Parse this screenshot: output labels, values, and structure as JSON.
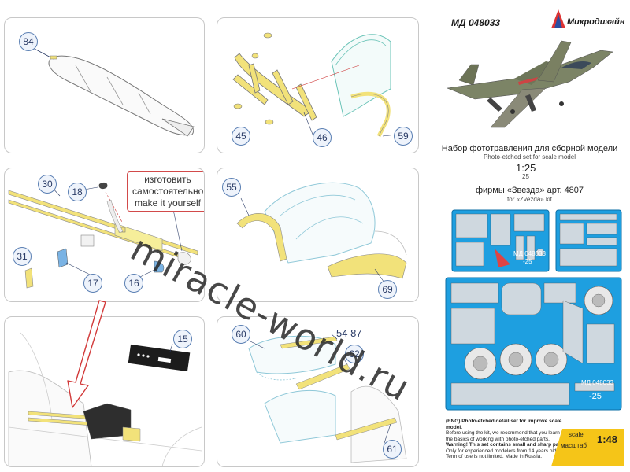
{
  "header": {
    "product_code": "МД 048033",
    "brand": "Микродизайн",
    "title_ru": "Набор фототравления для сборной модели",
    "title_en": "Photo-etched set for scale model",
    "scale_ratio": "1:25",
    "scale_ratio_en": "25",
    "kit_ru": "фирмы «Звезда» арт. 4807",
    "kit_en": "for «Zvezda» kit"
  },
  "callouts": {
    "p84": "84",
    "p45": "45",
    "p46": "46",
    "p59": "59",
    "p30": "30",
    "p18": "18",
    "p31": "31",
    "p17": "17",
    "p16": "16",
    "p55": "55",
    "p69": "69",
    "p15": "15",
    "p60": "60",
    "p54_87": "54 87",
    "p62": "62",
    "p61": "61"
  },
  "note": {
    "ru_line1": "изготовить",
    "ru_line2": "самостоятельно",
    "en": "make it yourself"
  },
  "sheets": {
    "sheet1_code": "МД 048033",
    "sheet1_scale": "-25",
    "sheet2_code": "МД 048033",
    "sheet2_scale": "-25"
  },
  "disclaimer": {
    "line1": "(ENG) Photo-etched detail set for improve scale model.",
    "line2": "Before using the kit, we recommend that you learn",
    "line3": "the basics of working with photo-etched parts.",
    "line4": "Warning! This set contains small and sharp parts.",
    "line5": "Only for experienced modelers from 14 years old.",
    "line6": "Term of use is not limited. Made in Russia."
  },
  "scale_badge": {
    "label_en": "scale",
    "label_ru": "масштаб",
    "value": "1:48"
  },
  "watermark": "miracle-world.ru",
  "colors": {
    "part_yellow": "#f2e27a",
    "sheet_blue": "#1e9fe0",
    "callout_border": "#5a7fb3",
    "note_border": "#d24a4a",
    "arrow_red": "#d23a3a",
    "badge_yellow": "#f5c518"
  }
}
